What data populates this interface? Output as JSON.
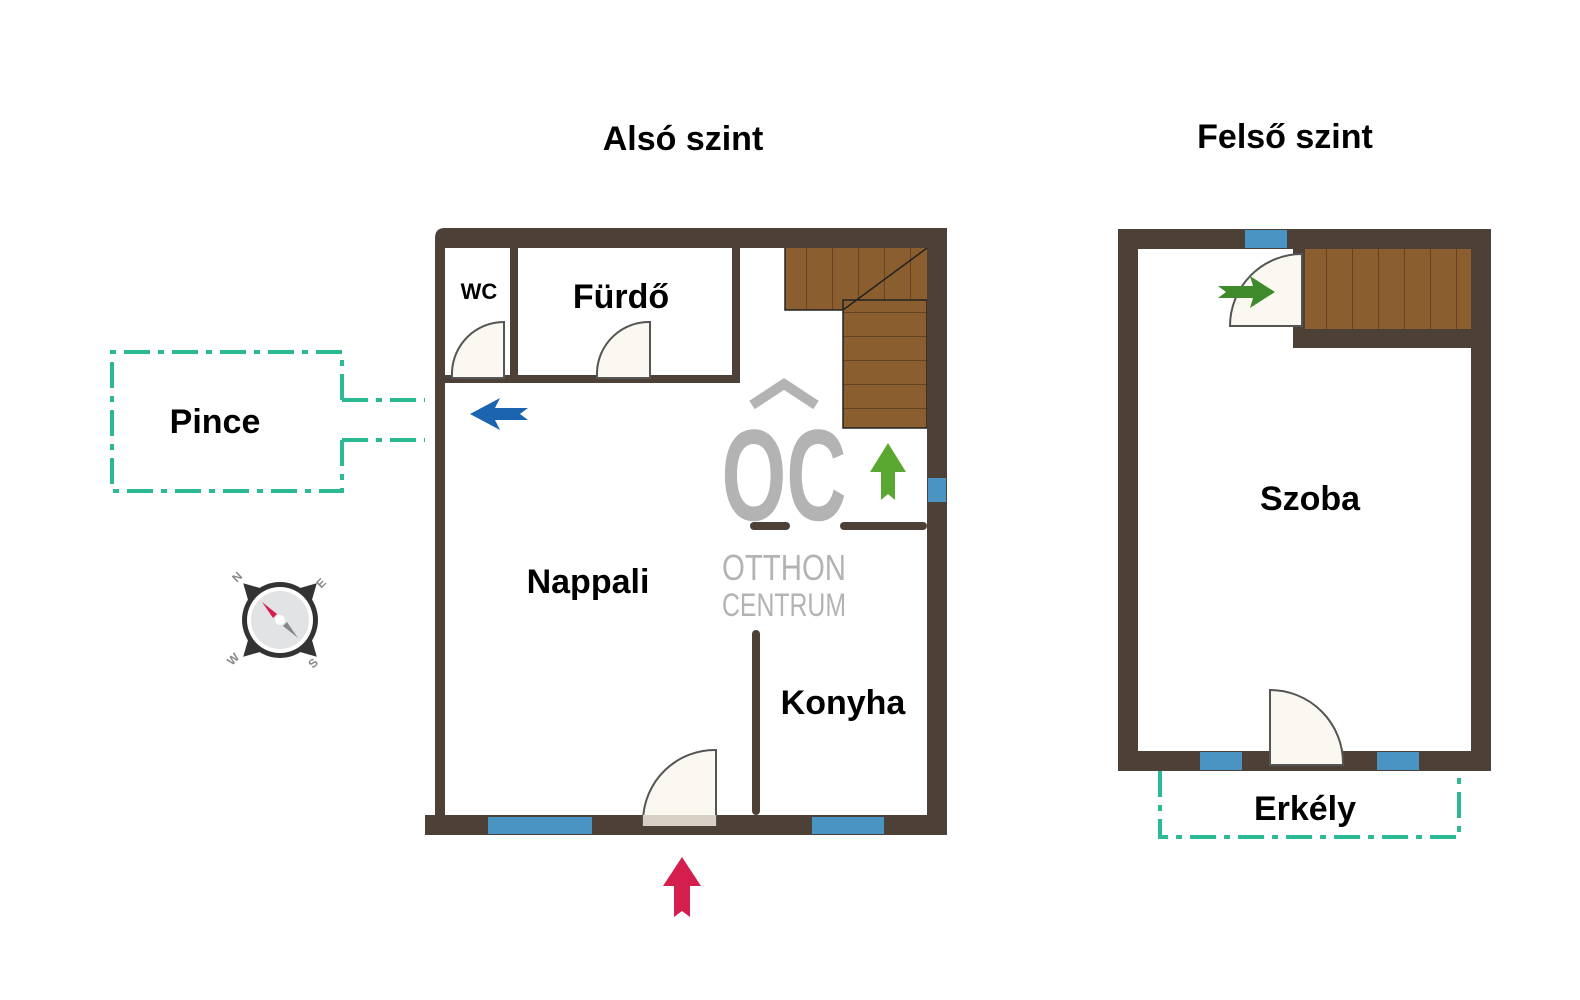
{
  "titles": {
    "lower": "Alsó szint",
    "upper": "Felső szint"
  },
  "rooms": {
    "wc": "WC",
    "furdo": "Fürdő",
    "pince": "Pince",
    "nappali": "Nappali",
    "konyha": "Konyha",
    "szoba": "Szoba",
    "erkely": "Erkély"
  },
  "compass": {
    "n": "N",
    "e": "E",
    "s": "S",
    "w": "W"
  },
  "watermark": {
    "mark": "OC",
    "line1": "OTTHON",
    "line2": "CENTRUM"
  },
  "colors": {
    "wall": "#4d4037",
    "window": "#4a94c4",
    "wood": "#8b5e30",
    "dashed": "#2bb996",
    "entry_arrow": "#d41f4e",
    "stairs_arrow": "#5aa832",
    "cellar_arrow": "#1a64b0"
  }
}
